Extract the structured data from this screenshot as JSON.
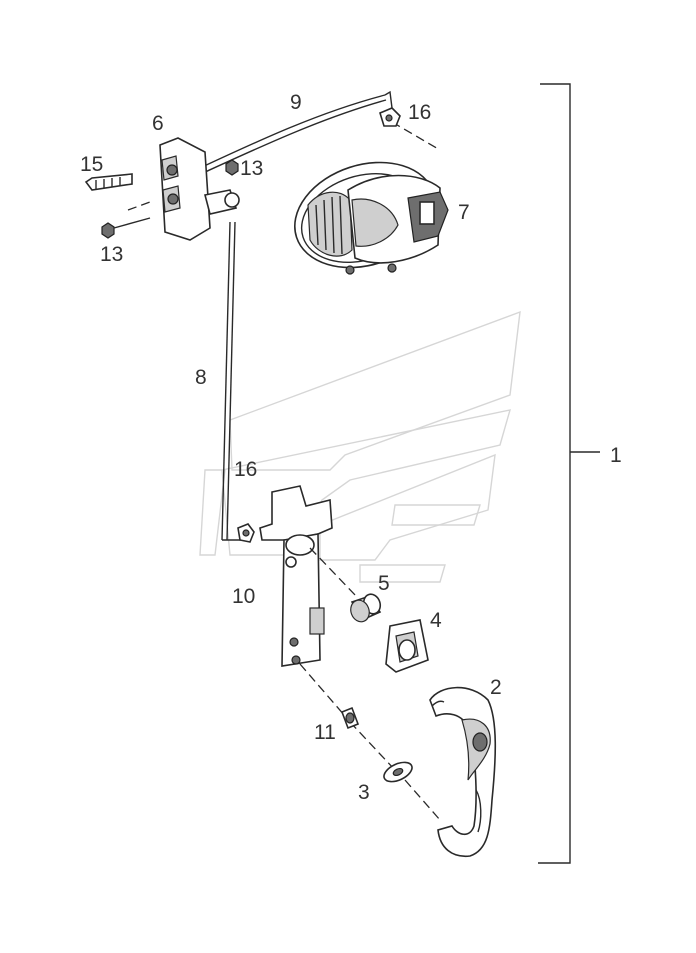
{
  "diagram": {
    "callouts": [
      {
        "id": "callout-1",
        "label": "1"
      },
      {
        "id": "callout-2",
        "label": "2"
      },
      {
        "id": "callout-3",
        "label": "3"
      },
      {
        "id": "callout-4",
        "label": "4"
      },
      {
        "id": "callout-5",
        "label": "5"
      },
      {
        "id": "callout-6",
        "label": "6"
      },
      {
        "id": "callout-7",
        "label": "7"
      },
      {
        "id": "callout-8",
        "label": "8"
      },
      {
        "id": "callout-9",
        "label": "9"
      },
      {
        "id": "callout-10",
        "label": "10"
      },
      {
        "id": "callout-11",
        "label": "11"
      },
      {
        "id": "callout-13a",
        "label": "13"
      },
      {
        "id": "callout-13b",
        "label": "13"
      },
      {
        "id": "callout-15",
        "label": "15"
      },
      {
        "id": "callout-16a",
        "label": "16"
      },
      {
        "id": "callout-16b",
        "label": "16"
      }
    ]
  }
}
